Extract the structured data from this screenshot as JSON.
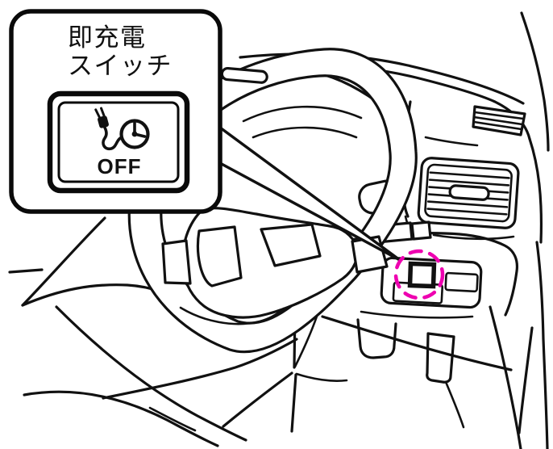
{
  "callout": {
    "label_line1": "即充電",
    "label_line2": "スイッチ",
    "button": {
      "label": "OFF",
      "icon": "plug-timer-icon"
    }
  },
  "highlight": {
    "shape": "dashed-circle",
    "color": "#EE00B0",
    "target": "quick-charge-switch"
  },
  "artwork": {
    "stroke_color": "#111111",
    "background_color": "#FFFFFF",
    "elements": [
      "steering-wheel",
      "instrument-hood",
      "dashboard",
      "defroster-vent",
      "side-air-vent",
      "switch-panel",
      "quick-charge-switch",
      "leader-line",
      "driver-seat",
      "center-console",
      "door-trim"
    ]
  }
}
